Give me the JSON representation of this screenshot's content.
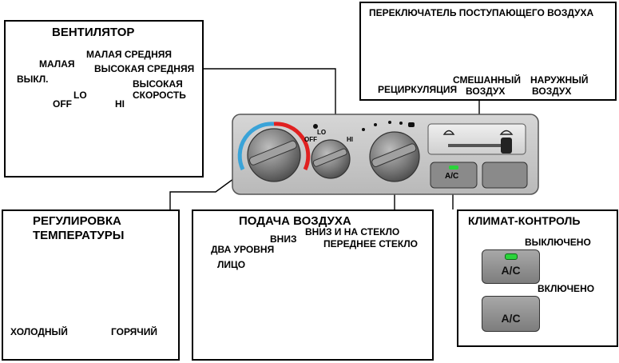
{
  "fan_box": {
    "title": "ВЕНТИЛЯТОР",
    "labels": {
      "off_word": "ВЫКЛ.",
      "low_word": "МАЛАЯ",
      "mid_low_word": "МАЛАЯ СРЕДНЯЯ",
      "mid_high_word": "ВЫСОКАЯ СРЕДНЯЯ",
      "high_word_1": "ВЫСОКАЯ",
      "high_word_2": "СКОРОСТЬ",
      "off_code": "OFF",
      "lo_code": "LO",
      "hi_code": "HI"
    }
  },
  "intake_box": {
    "title": "ПЕРЕКЛЮЧАТЕЛЬ ПОСТУПАЮЩЕГО ВОЗДУХА",
    "recirc": "РЕЦИРКУЛЯЦИЯ",
    "mixed_1": "СМЕШАННЫЙ",
    "mixed_2": "ВОЗДУХ",
    "outside_1": "НАРУЖНЫЙ",
    "outside_2": "ВОЗДУХ"
  },
  "panel": {
    "off_code": "OFF",
    "lo_code": "LO",
    "hi_code": "HI",
    "ac_label": "A/C"
  },
  "temp_box": {
    "title_1": "РЕГУЛИРОВКА",
    "title_2": "ТЕМПЕРАТУРЫ",
    "cold": "ХОЛОДНЫЙ",
    "hot": "ГОРЯЧИЙ",
    "cold_color": "#3aa3d8",
    "hot_color": "#e02020"
  },
  "airflow_box": {
    "title": "ПОДАЧА ВОЗДУХА",
    "face": "ЛИЦО",
    "bilevel": "ДВА УРОВНЯ",
    "feet": "ВНИЗ",
    "feet_defrost": "ВНИЗ И НА СТЕКЛО",
    "defrost": "ПЕРЕДНЕЕ СТЕКЛО"
  },
  "climate_box": {
    "title": "КЛИМАТ-КОНТРОЛЬ",
    "off_state": "ВЫКЛЮЧЕНО",
    "on_state": "ВКЛЮЧЕНО",
    "ac_label": "A/C",
    "led_color": "#2bd43b",
    "glow_color": "#ffe600"
  }
}
